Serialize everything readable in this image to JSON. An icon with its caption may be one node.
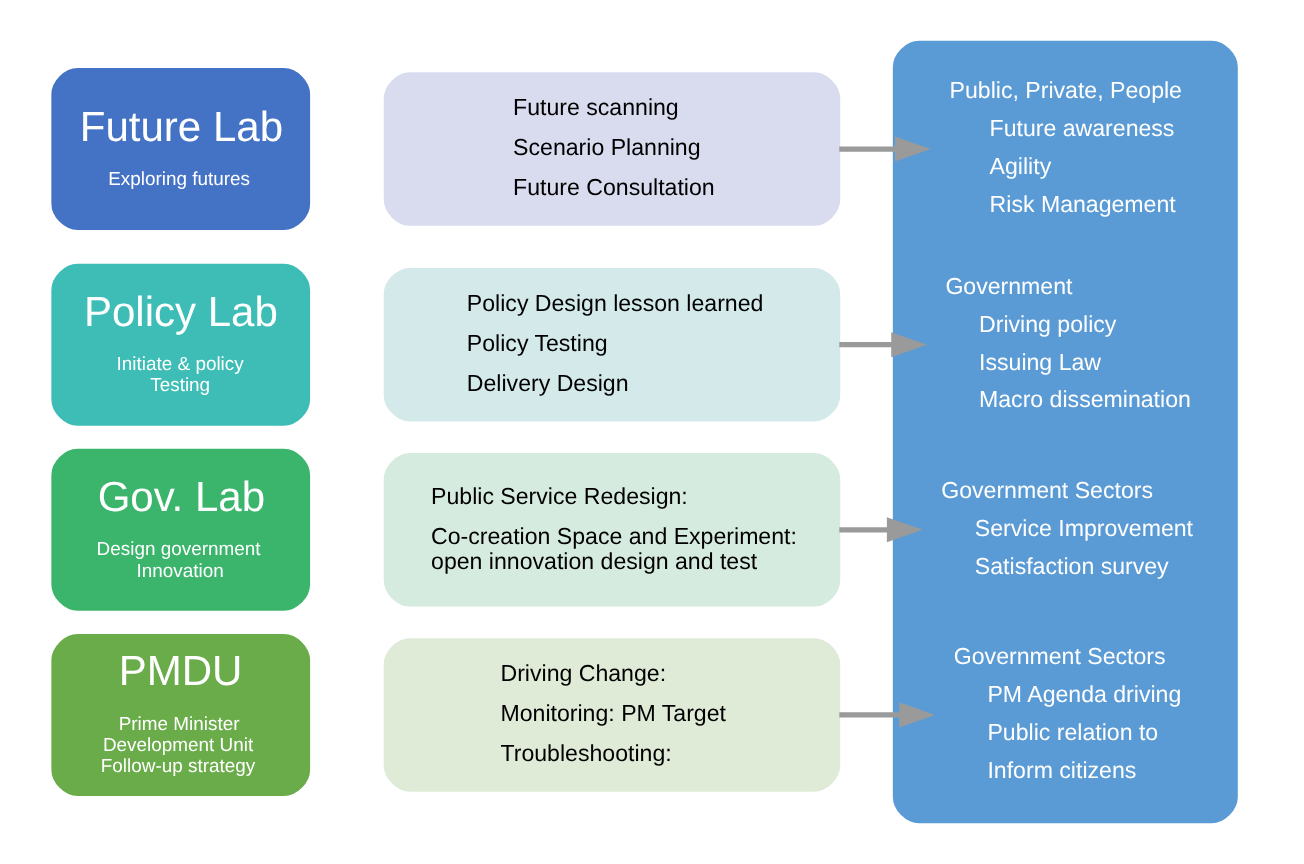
{
  "diagram": {
    "nodes": [
      {
        "text": [
          "Future Lab",
          "Exploring futures"
        ]
      },
      {
        "text": [
          "Future scanning",
          "Scenario Planning",
          "Future Consultation"
        ]
      },
      {
        "text": [
          "Policy Lab",
          "Initiate & policy Testing"
        ]
      },
      {
        "text": [
          "Policy Design lesson learned",
          "Policy Testing",
          "Delivery Design"
        ]
      },
      {
        "text": [
          "Gov. Lab",
          "Design government Innovation"
        ]
      },
      {
        "text": [
          "Public Service Redesign:",
          "Co-creation Space and Experiment: open innovation design and test"
        ]
      },
      {
        "text": [
          "PMDU",
          "Prime Minister Development Unit Follow-up strategy"
        ]
      },
      {
        "text": [
          "Driving Change:",
          "Monitoring: PM Target",
          "Troubleshooting:"
        ]
      },
      {
        "text": [],
        "shape": "box"
      },
      {
        "text": [
          "Public, Private, People",
          "Future awareness",
          "Agility",
          "Risk Management"
        ],
        "in": 8
      },
      {
        "text": [
          "Government",
          "Driving policy",
          "Issuing Law",
          "Macro dissemination"
        ],
        "in": 8
      },
      {
        "text": [
          "Government Sectors",
          "Service Improvement",
          "Satisfaction survey"
        ],
        "in": 8
      },
      {
        "text": [
          "Government Sectors",
          "PM Agenda driving",
          "Public relation to",
          "Inform citizens"
        ],
        "in": 8
      }
    ],
    "edges": [
      {
        "from": 1,
        "to": 9,
        "arrow": "to"
      },
      {
        "from": 3,
        "to": 10,
        "arrow": "to"
      },
      {
        "from": 5,
        "to": 11,
        "arrow": "to"
      },
      {
        "from": 7,
        "to": 12,
        "arrow": "to"
      }
    ]
  }
}
